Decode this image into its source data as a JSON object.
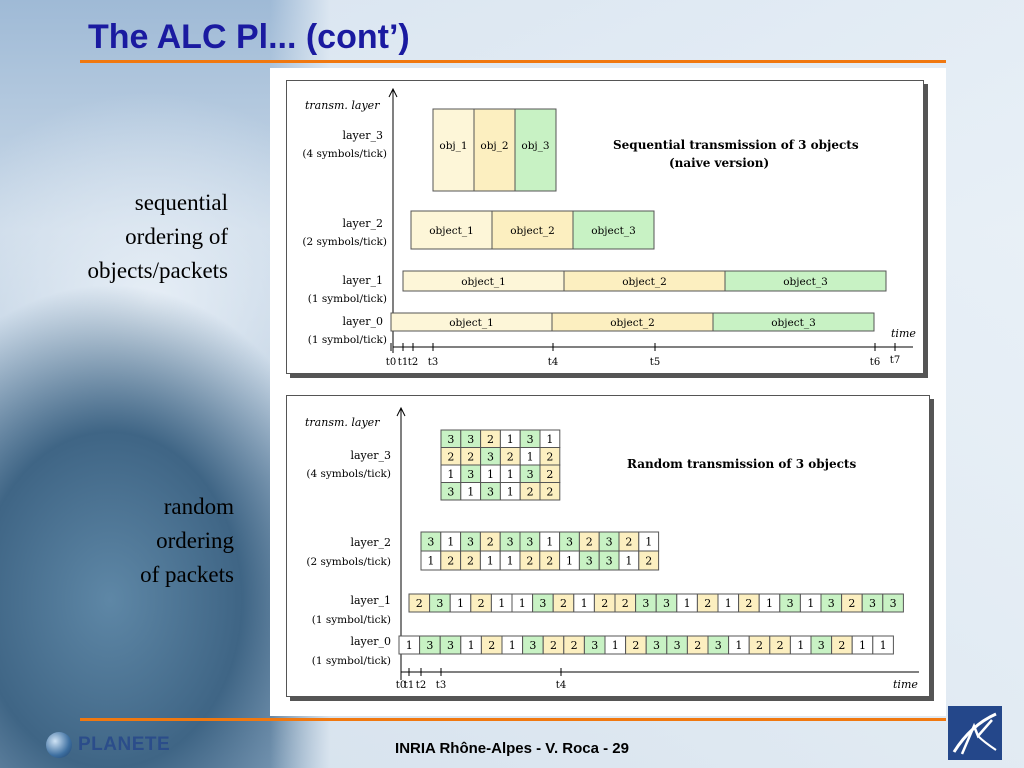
{
  "slide": {
    "title": "The ALC Pl... (cont’)",
    "footer": "INRIA Rhône-Alpes - V. Roca - 29",
    "logo_text": "PLANETE",
    "accent_color": "#f07810",
    "title_color": "#1a1aa0"
  },
  "side_labels": {
    "sequential": "sequential\nordering of\nobjects/packets",
    "random": "random\nordering\nof packets"
  },
  "fig1": {
    "y_axis_label": "transm. layer",
    "x_axis_label": "time",
    "caption_line1": "Sequential transmission of 3 objects",
    "caption_line2": "(naive version)",
    "layers": [
      {
        "name": "layer_3",
        "rate": "(4 symbols/tick)",
        "blocks": [
          "obj_1",
          "obj_2",
          "obj_3"
        ]
      },
      {
        "name": "layer_2",
        "rate": "(2 symbols/tick)",
        "blocks": [
          "object_1",
          "object_2",
          "object_3"
        ]
      },
      {
        "name": "layer_1",
        "rate": "(1 symbol/tick)",
        "blocks": [
          "object_1",
          "object_2",
          "object_3"
        ]
      },
      {
        "name": "layer_0",
        "rate": "(1 symbol/tick)",
        "blocks": [
          "object_1",
          "object_2",
          "object_3"
        ]
      }
    ],
    "ticks": [
      "t0",
      "t1",
      "t2",
      "t3",
      "t4",
      "t5",
      "t6",
      "t7"
    ],
    "object_colors": [
      "#fdf6d8",
      "#fcefc0",
      "#c8f2c4"
    ]
  },
  "fig2": {
    "y_axis_label": "transm. layer",
    "x_axis_label": "time",
    "caption": "Random transmission of 3 objects",
    "layers": [
      {
        "name": "layer_3",
        "rate": "(4 symbols/tick)",
        "rows": [
          [
            "3",
            "3",
            "2",
            "1",
            "3",
            "1"
          ],
          [
            "2",
            "2",
            "3",
            "2",
            "1",
            "2"
          ],
          [
            "1",
            "3",
            "1",
            "1",
            "3",
            "2"
          ],
          [
            "3",
            "1",
            "3",
            "1",
            "2",
            "2"
          ]
        ]
      },
      {
        "name": "layer_2",
        "rate": "(2 symbols/tick)",
        "rows": [
          [
            "3",
            "1",
            "3",
            "2",
            "3",
            "3",
            "1",
            "3",
            "2",
            "3",
            "2",
            "1"
          ],
          [
            "1",
            "2",
            "2",
            "1",
            "1",
            "2",
            "2",
            "1",
            "3",
            "3",
            "1",
            "2"
          ]
        ]
      },
      {
        "name": "layer_1",
        "rate": "(1 symbol/tick)",
        "rows": [
          [
            "2",
            "3",
            "1",
            "2",
            "1",
            "1",
            "3",
            "2",
            "1",
            "2",
            "2",
            "3",
            "3",
            "1",
            "2",
            "1",
            "2",
            "1",
            "3",
            "1",
            "3",
            "2",
            "3",
            "3"
          ]
        ]
      },
      {
        "name": "layer_0",
        "rate": "(1 symbol/tick)",
        "rows": [
          [
            "1",
            "3",
            "3",
            "1",
            "2",
            "1",
            "3",
            "2",
            "2",
            "3",
            "1",
            "2",
            "3",
            "3",
            "2",
            "3",
            "1",
            "2",
            "2",
            "1",
            "3",
            "2",
            "1",
            "1"
          ]
        ]
      }
    ],
    "ticks": [
      "t0",
      "t1",
      "t2",
      "t3",
      "t4"
    ],
    "symbol_colors": {
      "1": "#ffffff",
      "2": "#fcefc0",
      "3": "#c8f2c4"
    }
  }
}
